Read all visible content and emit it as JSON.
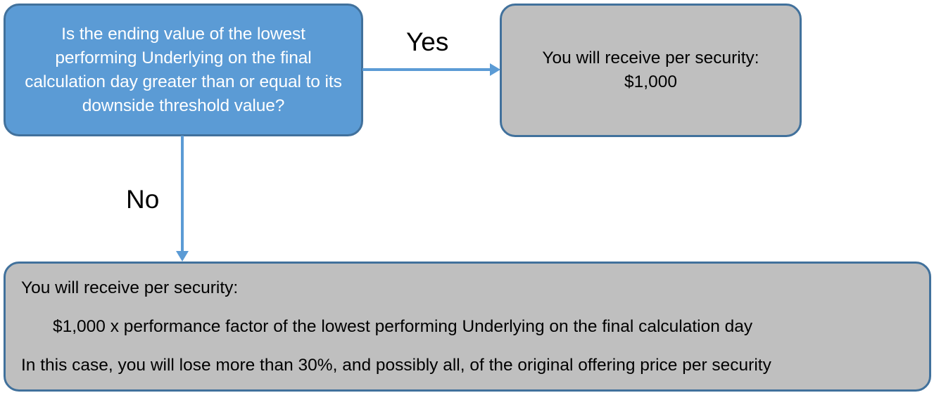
{
  "diagram": {
    "type": "decision-flowchart",
    "colors": {
      "decision_fill": "#5B9BD5",
      "outcome_fill": "#BFBFBF",
      "border": "#41719C",
      "arrow": "#5B9BD5",
      "decision_text": "#FFFFFF",
      "outcome_text": "#000000"
    },
    "decision": {
      "text": "Is the ending value of the lowest performing Underlying on the final calculation day greater than or equal to its downside threshold value?"
    },
    "edges": {
      "yes_label": "Yes",
      "no_label": "No"
    },
    "outcome_yes": {
      "text": "You will receive per security: $1,000"
    },
    "outcome_no": {
      "lead": "You will receive per security:",
      "formula": "$1,000 x performance factor of the lowest performing Underlying on the final calculation day",
      "note": "In this case, you will lose more than 30%, and possibly all, of the original offering price per security"
    }
  }
}
